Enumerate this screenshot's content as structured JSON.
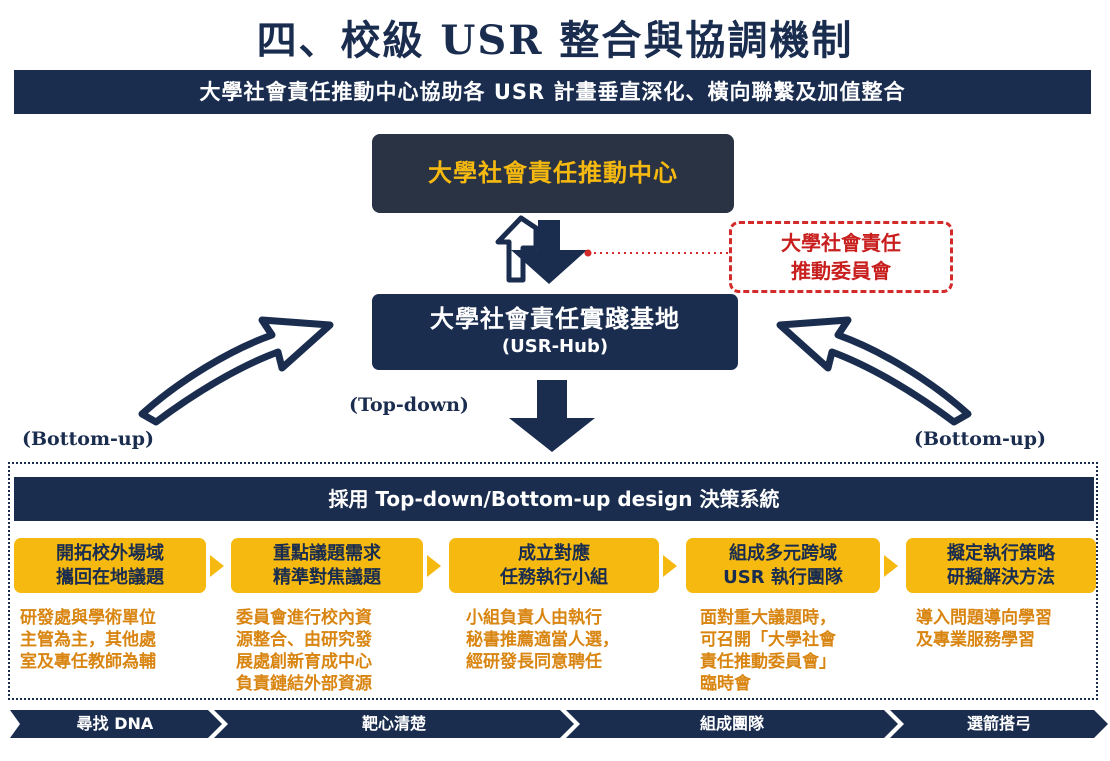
{
  "title": "四、校級 USR 整合與協調機制",
  "subtitle": "大學社會責任推動中心協助各 USR 計畫垂直深化、橫向聯繫及加值整合",
  "center": "大學社會責任推動中心",
  "committee": {
    "line1": "大學社會責任",
    "line2": "推動委員會"
  },
  "hub": {
    "line1": "大學社會責任實踐基地",
    "line2": "(USR-Hub)"
  },
  "labels": {
    "top_down": "(Top-down)",
    "bottom_up_left": "(Bottom-up)",
    "bottom_up_right": "(Bottom-up)"
  },
  "design_bar": "採用 Top-down/Bottom-up design 決策系統",
  "steps": [
    {
      "line1": "開拓校外場域",
      "line2": "攜回在地議題",
      "desc": [
        "研發處與學術單位",
        "主管為主，其他處",
        "室及專任教師為輔"
      ]
    },
    {
      "line1": "重點議題需求",
      "line2": "精準對焦議題",
      "desc": [
        "委員會進行校內資",
        "源整合、由研究發",
        "展處創新育成中心",
        "負責鏈結外部資源"
      ]
    },
    {
      "line1": "成立對應",
      "line2": "任務執行小組",
      "desc": [
        "小組負責人由執行",
        "秘書推薦適當人選，",
        "經研發長同意聘任"
      ]
    },
    {
      "line1": "組成多元跨域",
      "line2": "USR 執行團隊",
      "desc": [
        "面對重大議題時，",
        "可召開「大學社會",
        "責任推動委員會」",
        "臨時會"
      ]
    },
    {
      "line1": "擬定執行策略",
      "line2": "研擬解決方法",
      "desc": [
        "導入問題導向學習",
        "及專業服務學習"
      ]
    }
  ],
  "stages": [
    "尋找 DNA",
    "靶心清楚",
    "組成團隊",
    "選箭搭弓"
  ],
  "colors": {
    "navy": "#1a2d4f",
    "dark_box": "#2a3344",
    "gold": "#f6b90f",
    "orange_text": "#d98511",
    "red": "#d42a2a"
  }
}
